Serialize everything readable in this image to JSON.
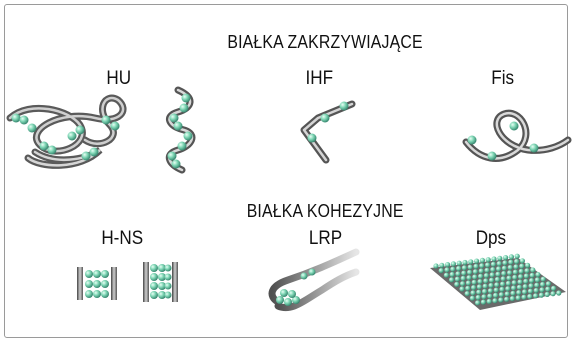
{
  "headings": {
    "bending": "BIAŁKA ZAKRZYWIAJĄCE",
    "cohesive": "BIAŁKA KOHEZYJNE"
  },
  "proteins": {
    "hu": "HU",
    "ihf": "IHF",
    "fis": "Fis",
    "hns": "H-NS",
    "lrp": "LRP",
    "dps": "Dps"
  },
  "colors": {
    "dna_dark": "#555555",
    "dna_light": "#d8d8d8",
    "bead": "#7fd6b5",
    "bead_dark": "#3f9c80",
    "frame": "#9a9a9a"
  }
}
